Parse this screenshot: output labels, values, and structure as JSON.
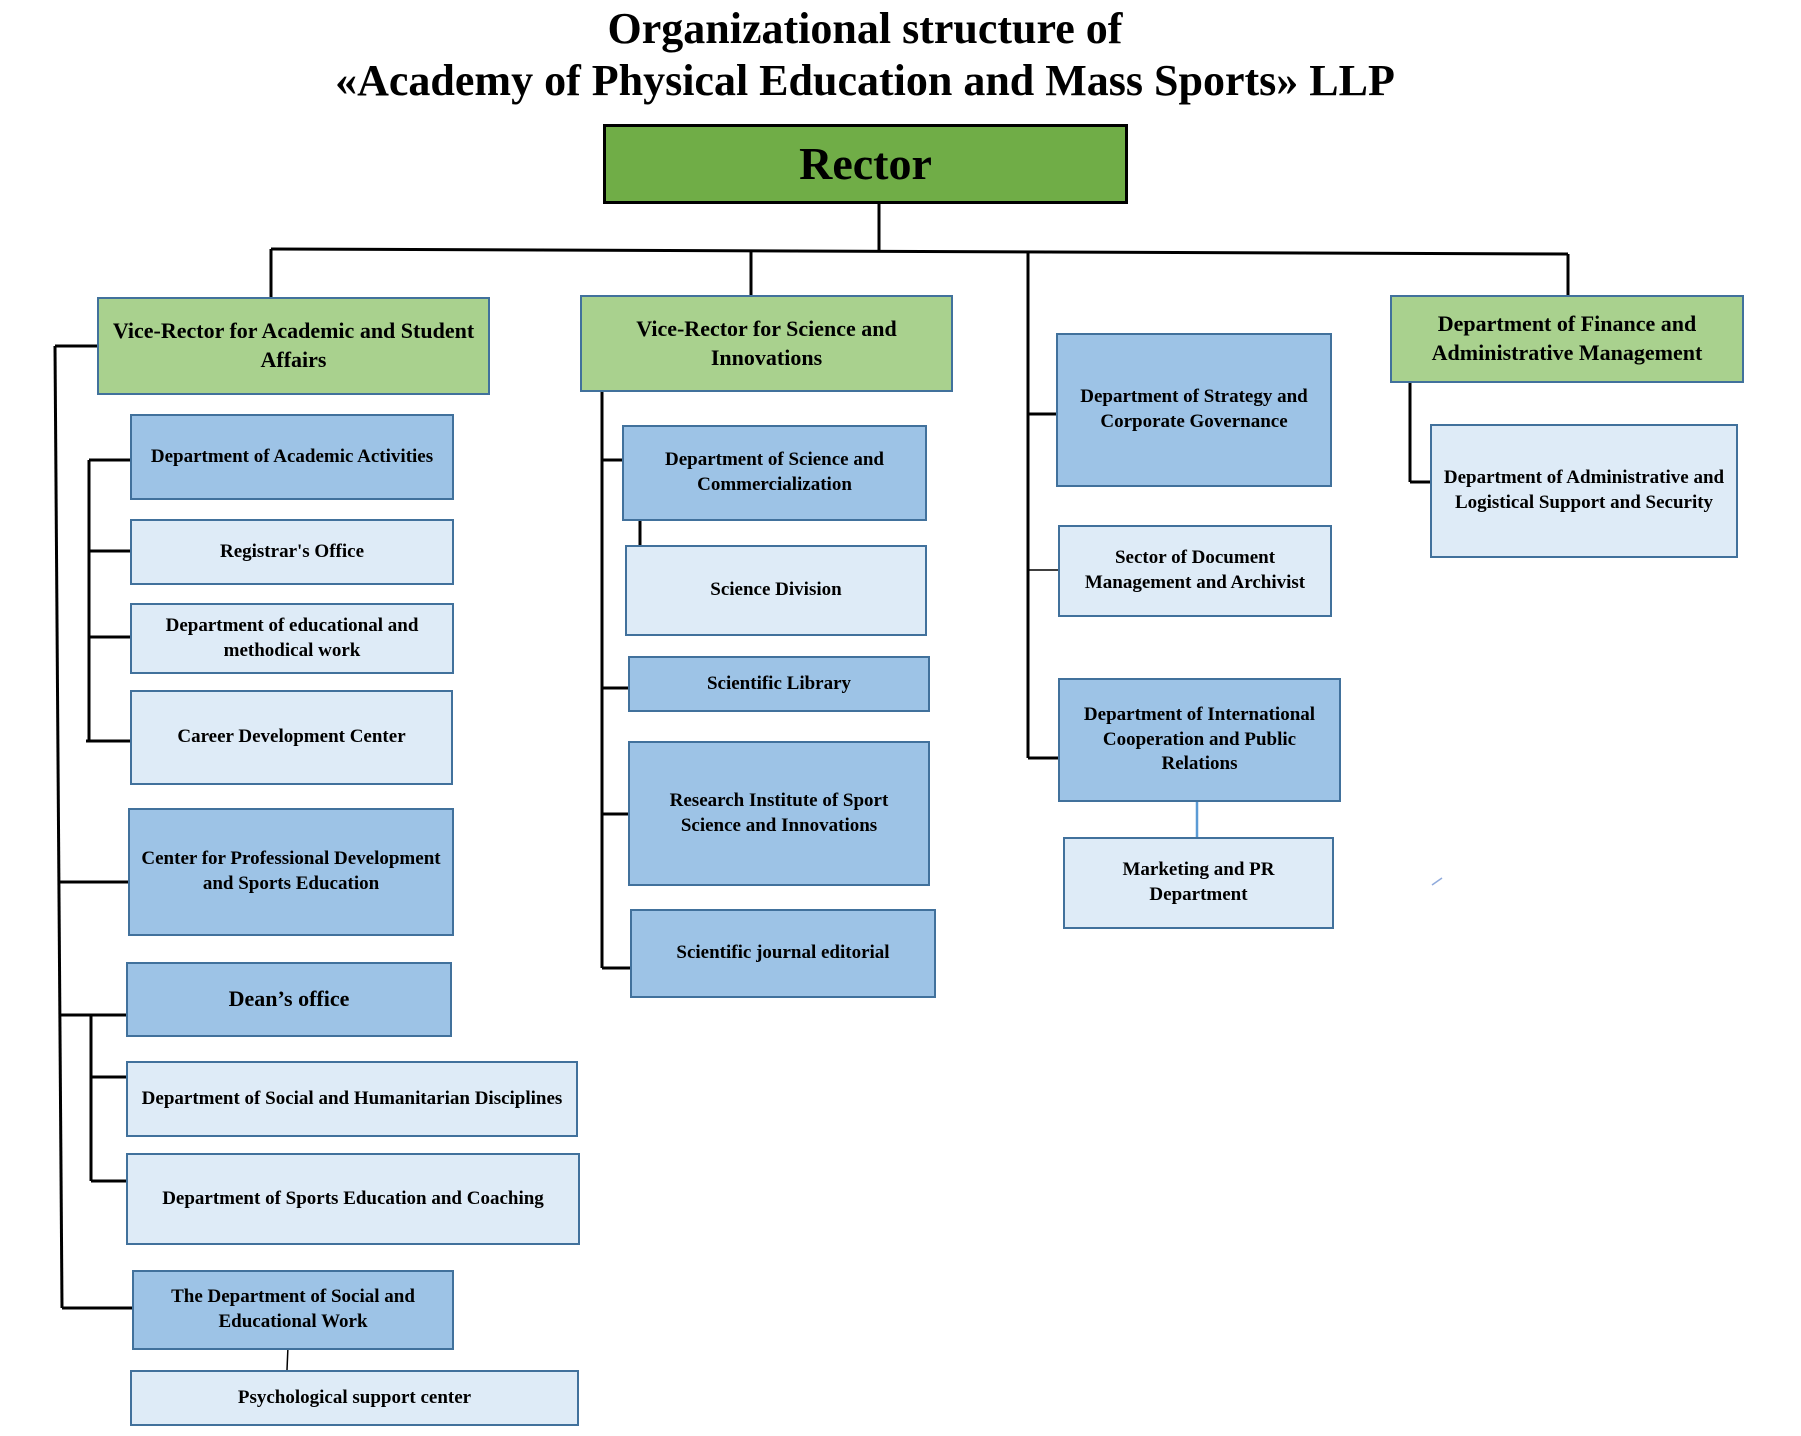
{
  "title": {
    "line1": "Organizational structure of",
    "line2": "«Academy of Physical Education and Mass Sports» LLP"
  },
  "nodes": {
    "rector": "Rector",
    "vr_academic": "Vice-Rector for Academic and Student Affairs",
    "vr_science": "Vice-Rector for Science and Innovations",
    "dept_finance": "Department of Finance and Administrative Management",
    "dept_academic": "Department of Academic Activities",
    "registrar": "Registrar's Office",
    "dept_edu_method": "Department of educational and methodical work",
    "career_center": "Career Development Center",
    "center_prof_dev": "Center for Professional Development and Sports Education",
    "deans_office": "Dean’s office",
    "dept_social_hum": "Department of Social and Humanitarian Disciplines",
    "dept_sports_edu": "Department of Sports Education and Coaching",
    "dept_social_edu": "The Department of Social and Educational Work",
    "psych_center": "Psychological support center",
    "dept_sci_comm": "Department of Science and Commercialization",
    "science_division": "Science Division",
    "sci_library": "Scientific Library",
    "research_institute": "Research Institute of Sport Science and Innovations",
    "journal_editorial": "Scientific journal editorial",
    "dept_strategy": "Department of Strategy and Corporate Governance",
    "sector_docs": "Sector of Document Management and Archivist",
    "dept_intl": "Department of International Cooperation and Public Relations",
    "marketing_pr": "Marketing and PR Department",
    "dept_admin_support": "Department of Administrative and Logistical Support and Security"
  },
  "colors": {
    "rector_fill": "#70ad47",
    "vice_rector_fill": "#a9d18e",
    "department_fill": "#9dc3e6",
    "unit_fill": "#deebf7",
    "box_border": "#41719c",
    "connector": "#000000"
  }
}
